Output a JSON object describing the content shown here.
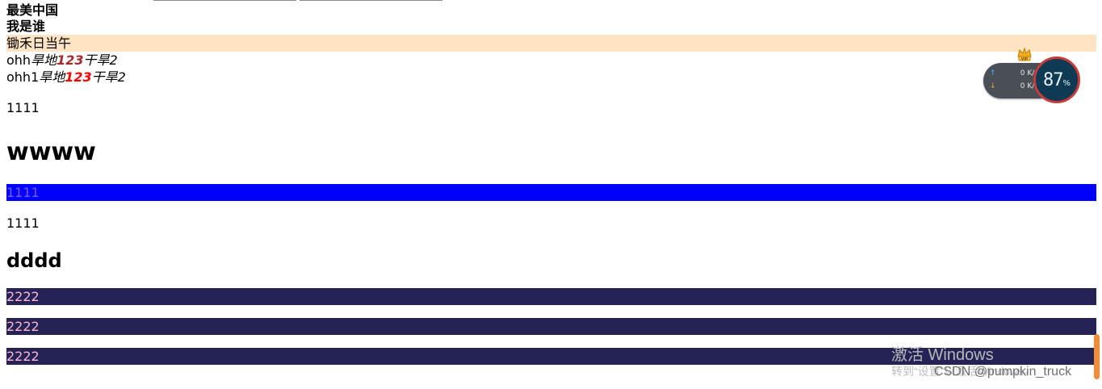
{
  "lines": {
    "l1": "最美中国",
    "l2": "我是谁",
    "l3": "锄禾日当午",
    "l4_a": "ohh",
    "l4_b": "旱地",
    "l4_c": "123",
    "l4_d": "干旱2",
    "l5_a": "ohh1",
    "l5_b": "旱地",
    "l5_c": "123",
    "l5_d": "干旱2",
    "p1": "1111",
    "h1": "wwww",
    "blue_band": "1111",
    "p2": "1111",
    "h2": "dddd",
    "navy1": "2222",
    "navy2": "2222",
    "navy3": "2222"
  },
  "colors": {
    "bisque_band": "#ffe4c4",
    "blue_band": "#0000ff",
    "blue_text": "#7a5cff",
    "navy_band": "#252355",
    "navy_text": "#ffb6d6",
    "red_text_1": "#a52a2a",
    "red_text_2": "#ff0000"
  },
  "widget": {
    "up_speed": "0 K/s",
    "down_speed": "0 K/s",
    "percent": "87",
    "percent_sign": "%"
  },
  "watermark": {
    "activate_title": "激活 Windows",
    "activate_hint": "转到“设置”以激活Windows。",
    "csdn": "CSDN @pumpkin_truck"
  }
}
